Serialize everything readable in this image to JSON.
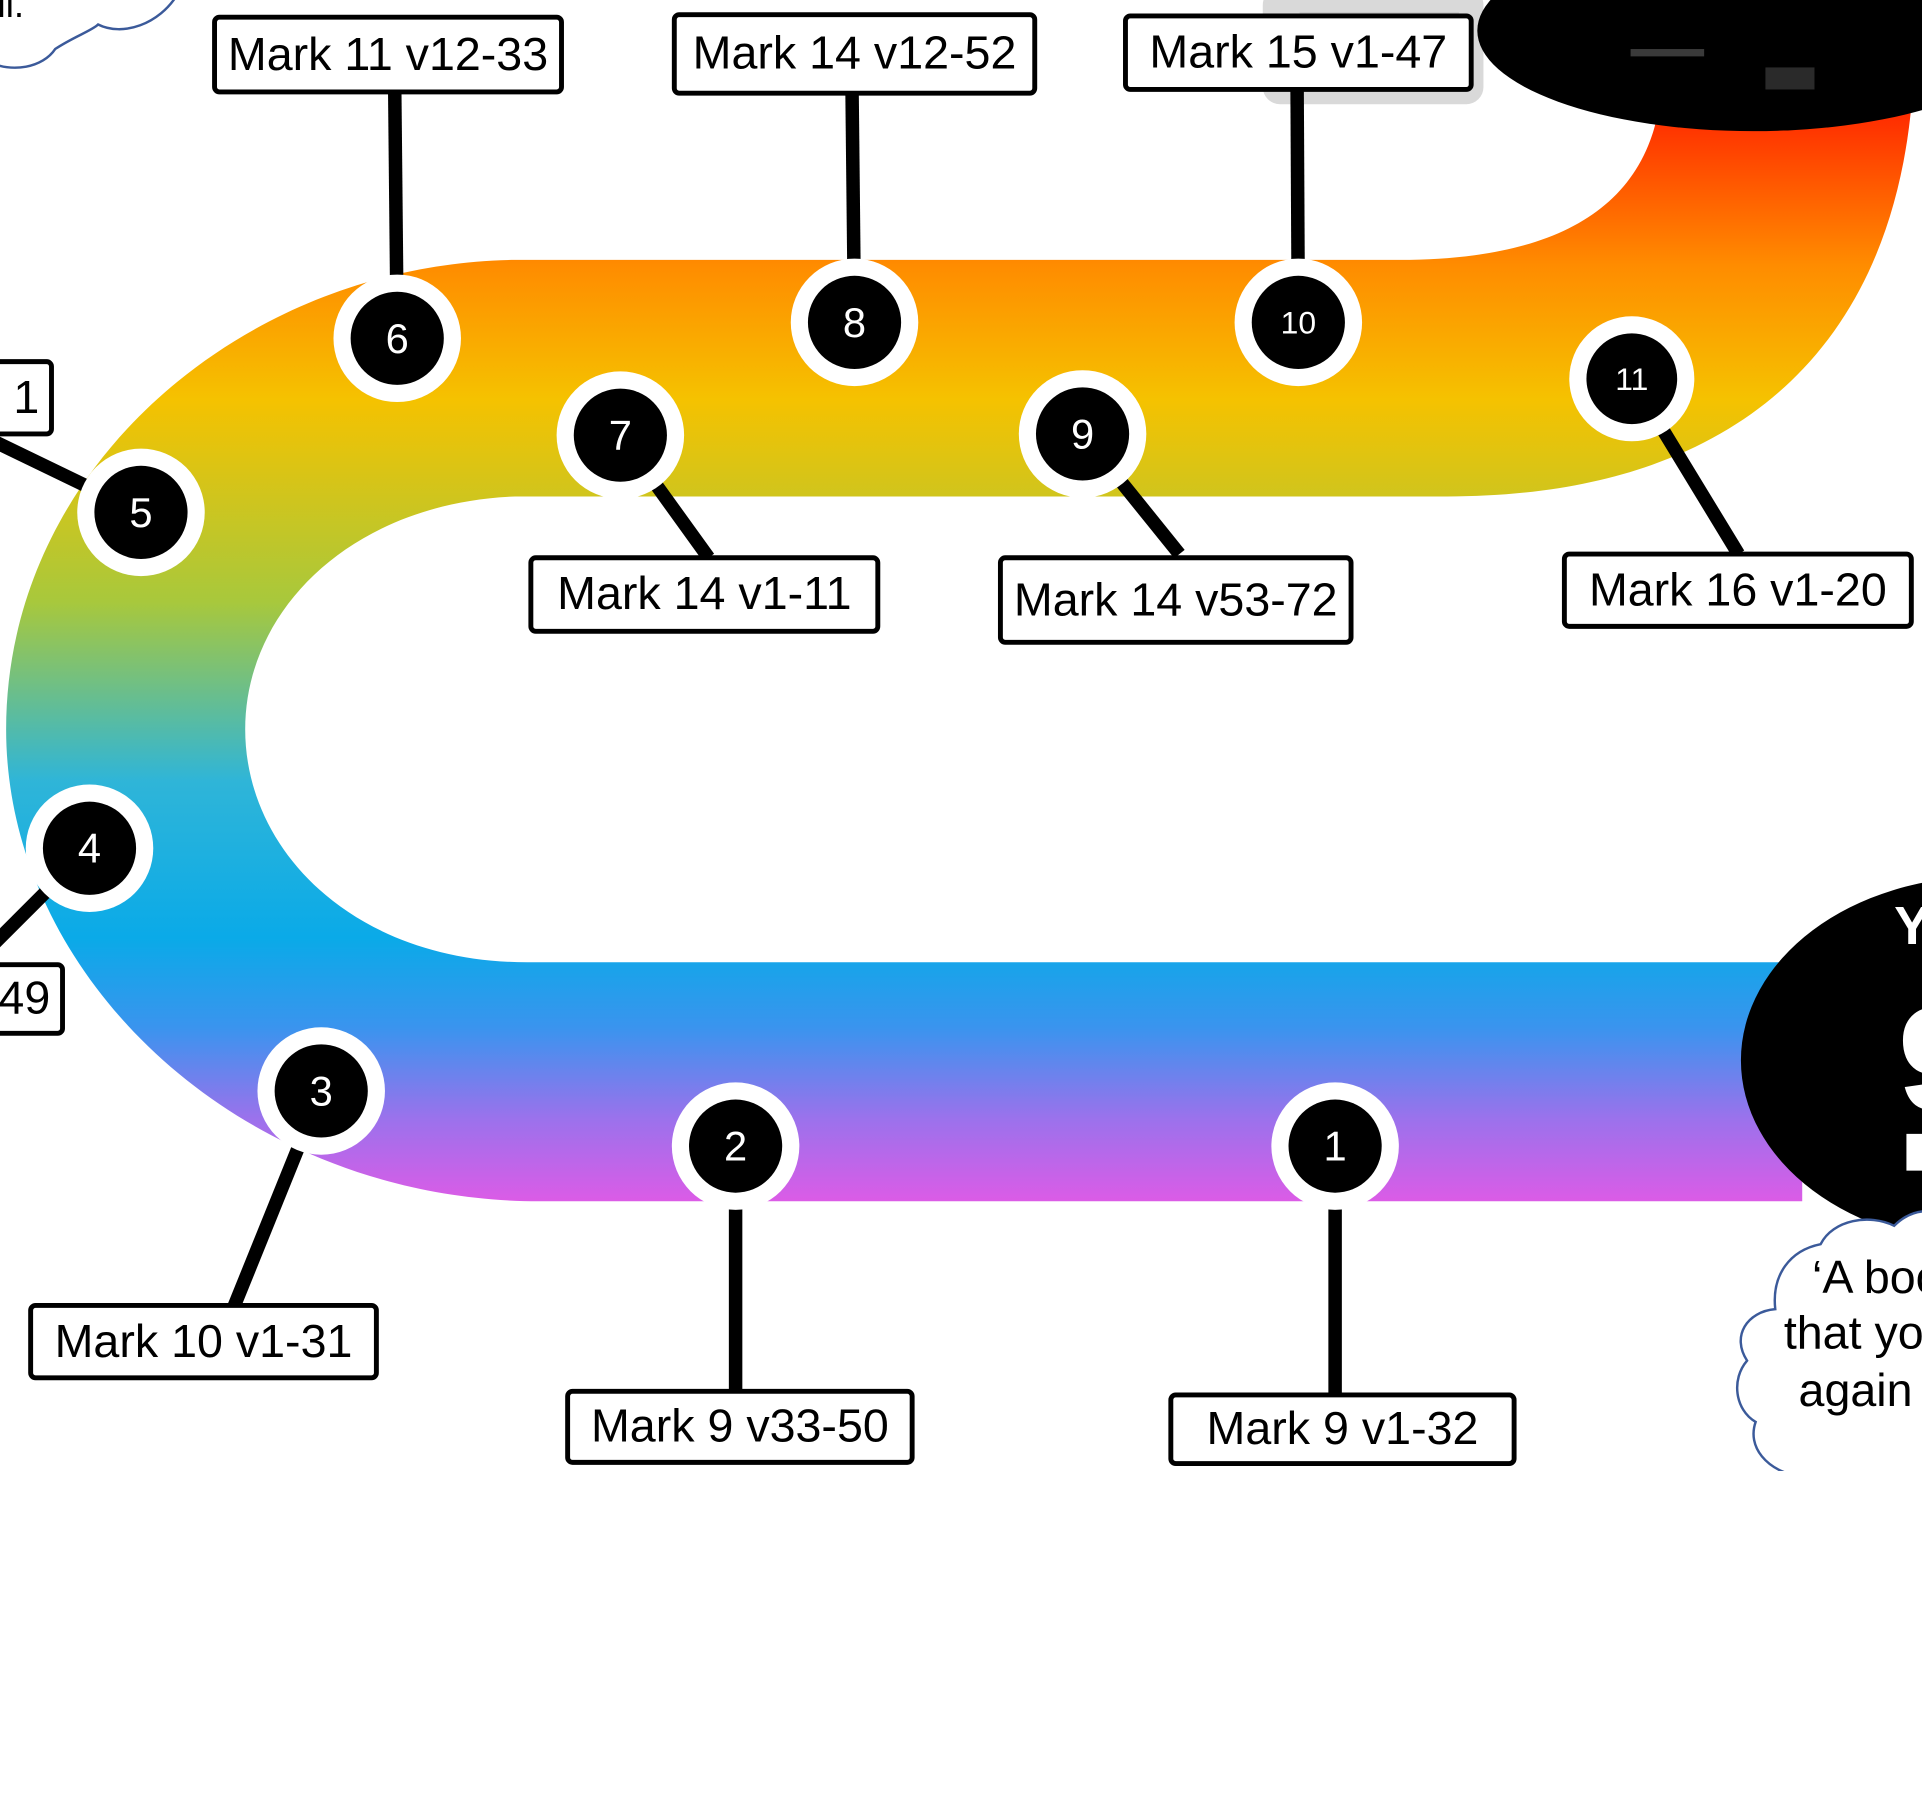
{
  "colors": {
    "road_top": "#ff1a00",
    "road_orange": "#ff8c00",
    "road_yellow": "#f5c200",
    "road_lime": "#a8c83c",
    "road_teal": "#2fb5d8",
    "road_sky": "#0aaae8",
    "road_blue": "#3a94ee",
    "road_violet": "#9a72ec",
    "road_magenta": "#e05ae6",
    "node_fill": "#000000",
    "node_ring": "#ffffff",
    "cloud_outline": "#3b5a9a"
  },
  "milestones": [
    {
      "number": "1",
      "label": "Mark 9 v1-32"
    },
    {
      "number": "2",
      "label": "Mark 9 v33-50"
    },
    {
      "number": "3",
      "label": "Mark 10 v1-31"
    },
    {
      "number": "4",
      "label": "49"
    },
    {
      "number": "5",
      "label": "1"
    },
    {
      "number": "6",
      "label": "Mark 11 v12-33"
    },
    {
      "number": "7",
      "label": "Mark 14 v1-11"
    },
    {
      "number": "8",
      "label": "Mark 14 v12-52"
    },
    {
      "number": "9",
      "label": "Mark 14 v53-72"
    },
    {
      "number": "10",
      "label": "Mark 15 v1-47"
    },
    {
      "number": "11",
      "label": "Mark 16 v1-20"
    }
  ],
  "end_oval": {
    "partial_text_1": "Y",
    "partial_text_2": "9"
  },
  "clouds": {
    "top_left_fragment": "ll.",
    "bottom_right_lines": [
      "‘A boo",
      "that yo",
      "again"
    ]
  }
}
